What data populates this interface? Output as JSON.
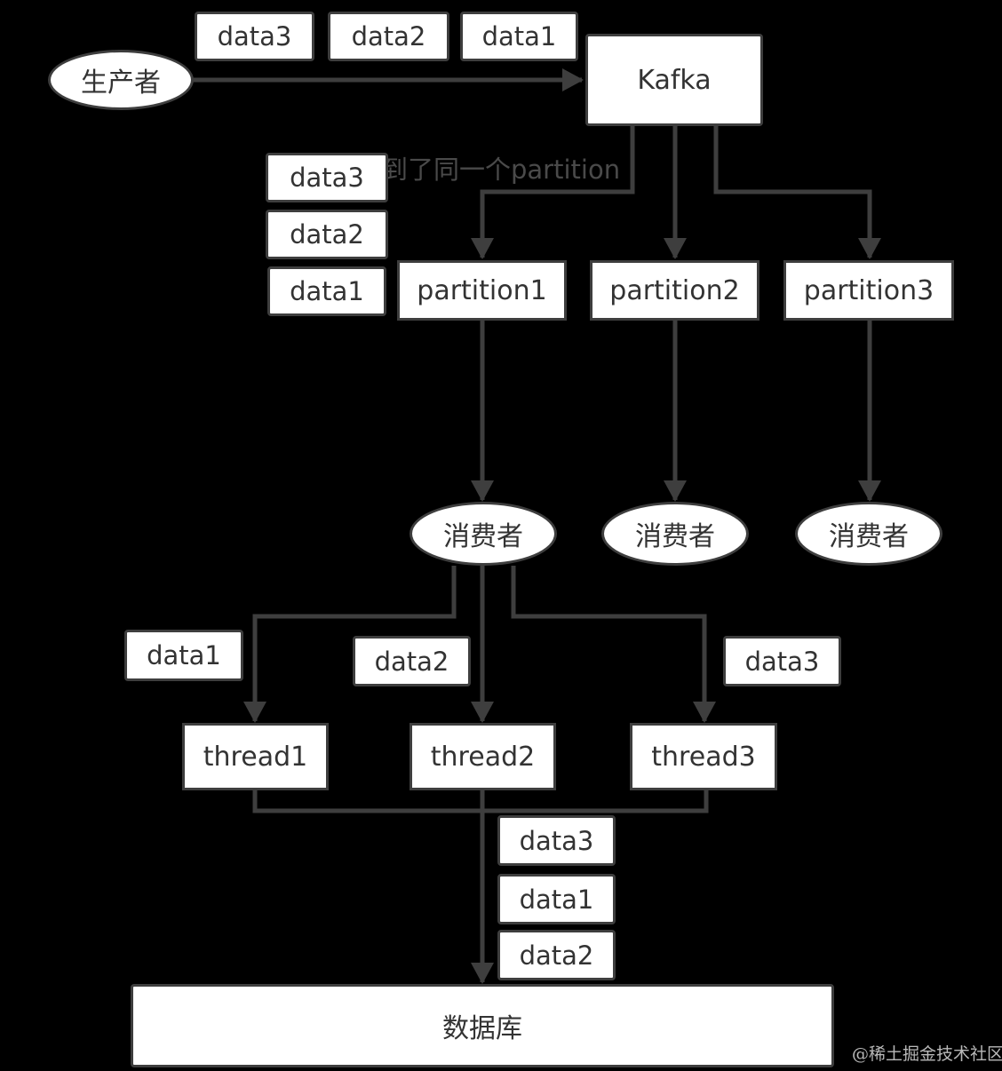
{
  "diagram": {
    "producer": "生产者",
    "kafka": "Kafka",
    "note": "到了同一个partition",
    "producer_tags": [
      "data3",
      "data2",
      "data1"
    ],
    "partition_tags": [
      "data3",
      "data2",
      "data1"
    ],
    "partitions": [
      "partition1",
      "partition2",
      "partition3"
    ],
    "consumers": [
      "消费者",
      "消费者",
      "消费者"
    ],
    "thread_tags": [
      "data1",
      "data2",
      "data3"
    ],
    "threads": [
      "thread1",
      "thread2",
      "thread3"
    ],
    "db_tags": [
      "data3",
      "data1",
      "data2"
    ],
    "database": "数据库"
  },
  "watermark": "@稀土掘金技术社区"
}
